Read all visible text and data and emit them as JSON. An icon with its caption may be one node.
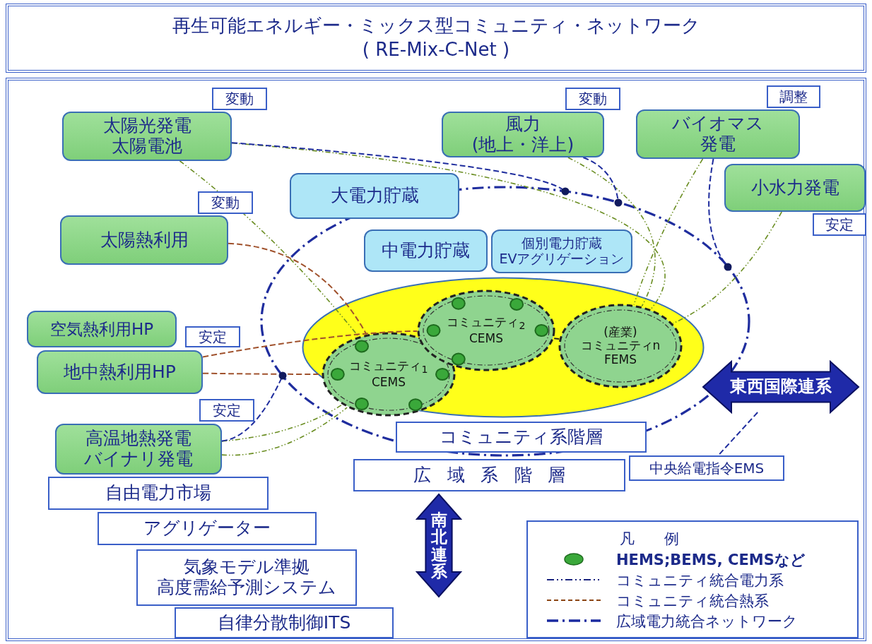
{
  "diagram": {
    "title": "再生可能エネルギー・ミックス型コミュニティ・ネットワーク ( RE-Mix-C-Net )",
    "nodes": [
      {
        "text": [
          "太陽光発電太陽電池"
        ],
        "beside": [
          "変動"
        ]
      },
      {
        "text": [
          "風力(地上・洋上)"
        ],
        "beside": [
          "変動"
        ]
      },
      {
        "text": [
          "バイオマス発電"
        ],
        "beside": [
          "調整"
        ]
      },
      {
        "text": [
          "大電力貯蔵"
        ]
      },
      {
        "text": [
          "小水力発電"
        ],
        "beside": [
          "安定"
        ]
      },
      {
        "text": [
          "太陽熱利用"
        ],
        "beside": [
          "変動"
        ]
      },
      {
        "text": [
          "中電力貯蔵"
        ]
      },
      {
        "text": [
          "個別電力貯蔵 EVアグリゲーション"
        ]
      },
      {
        "text": [],
        "shape": "ellipse"
      },
      {
        "text": [
          "空気熱利用HP"
        ]
      },
      {
        "text": [
          "地中熱利用HP"
        ],
        "beside": [
          "安定"
        ]
      },
      {
        "text": [
          "コミュニティ$_{1}$ CEMS"
        ],
        "in": 8
      },
      {
        "text": [
          "コミュニティ$_{2}$ CEMS"
        ],
        "in": 8
      },
      {
        "text": [
          "(産業)コミュニティn FEMS"
        ],
        "in": 8
      },
      {
        "text": [
          "高温地熱発電バイナリ発電"
        ],
        "beside": [
          "安定"
        ]
      },
      {
        "text": [
          "東西国際連系"
        ]
      },
      {
        "text": [
          "コミュニティ系階層"
        ]
      },
      {
        "text": [
          "広域系階層"
        ]
      },
      {
        "text": [
          "中央給電指令EMS"
        ]
      },
      {
        "text": [
          "自由電力市場"
        ]
      },
      {
        "text": [
          "南北連系"
        ]
      },
      {
        "text": [
          "アグリゲーター"
        ]
      },
      {
        "text": [
          "気象モデル準拠高度需給予測システム"
        ]
      },
      {
        "text": [
          "自律分散制御ITS"
        ]
      }
    ],
    "edges": [
      {
        "from": 0,
        "to": 11,
        "arrow": "none"
      },
      {
        "from": 0,
        "to": 13,
        "arrow": "none"
      },
      {
        "from": 1,
        "to": 13,
        "arrow": "none"
      },
      {
        "from": 2,
        "to": 13,
        "arrow": "none"
      },
      {
        "from": 4,
        "to": 13,
        "arrow": "none"
      },
      {
        "from": 14,
        "to": 11,
        "arrow": "none"
      },
      {
        "from": 14,
        "to": 11,
        "arrow": "none"
      },
      {
        "from": 5,
        "to": 11,
        "arrow": "none",
        "style": "dashed",
        "color": "#a0522d"
      },
      {
        "from": 10,
        "to": 11,
        "arrow": "none",
        "style": "dashed",
        "color": "#a0522d"
      },
      {
        "from": 10,
        "to": 12,
        "arrow": "none",
        "style": "dashed",
        "color": "#a0522d"
      },
      {
        "from": 0,
        "to": null,
        "arrow": "none",
        "style": "dashed",
        "color": "#1f2d9e"
      },
      {
        "from": 1,
        "to": null,
        "arrow": "none",
        "style": "dashed",
        "color": "#1f2d9e"
      },
      {
        "from": 2,
        "to": null,
        "arrow": "none",
        "style": "dashed",
        "color": "#1f2d9e"
      },
      {
        "from": 14,
        "to": null,
        "arrow": "none",
        "style": "dashed",
        "color": "#1f2d9e"
      },
      {
        "from": 15,
        "to": 18,
        "arrow": "none",
        "style": "dashed",
        "color": "#1f2d9e"
      },
      {
        "from": 12,
        "to": 13,
        "arrow": "none",
        "style": "dashed",
        "color": "#222222"
      }
    ],
    "labels": [
      "凡例"
    ],
    "legend": [
      {
        "text": "HEMS;BEMS, CEMSなど",
        "color": "#3aa83a"
      },
      {
        "text": "コミュニティ統合電力系"
      },
      {
        "text": "コミュニティ統合熱系"
      },
      {
        "text": "広域電力統合ネットワーク"
      }
    ]
  }
}
